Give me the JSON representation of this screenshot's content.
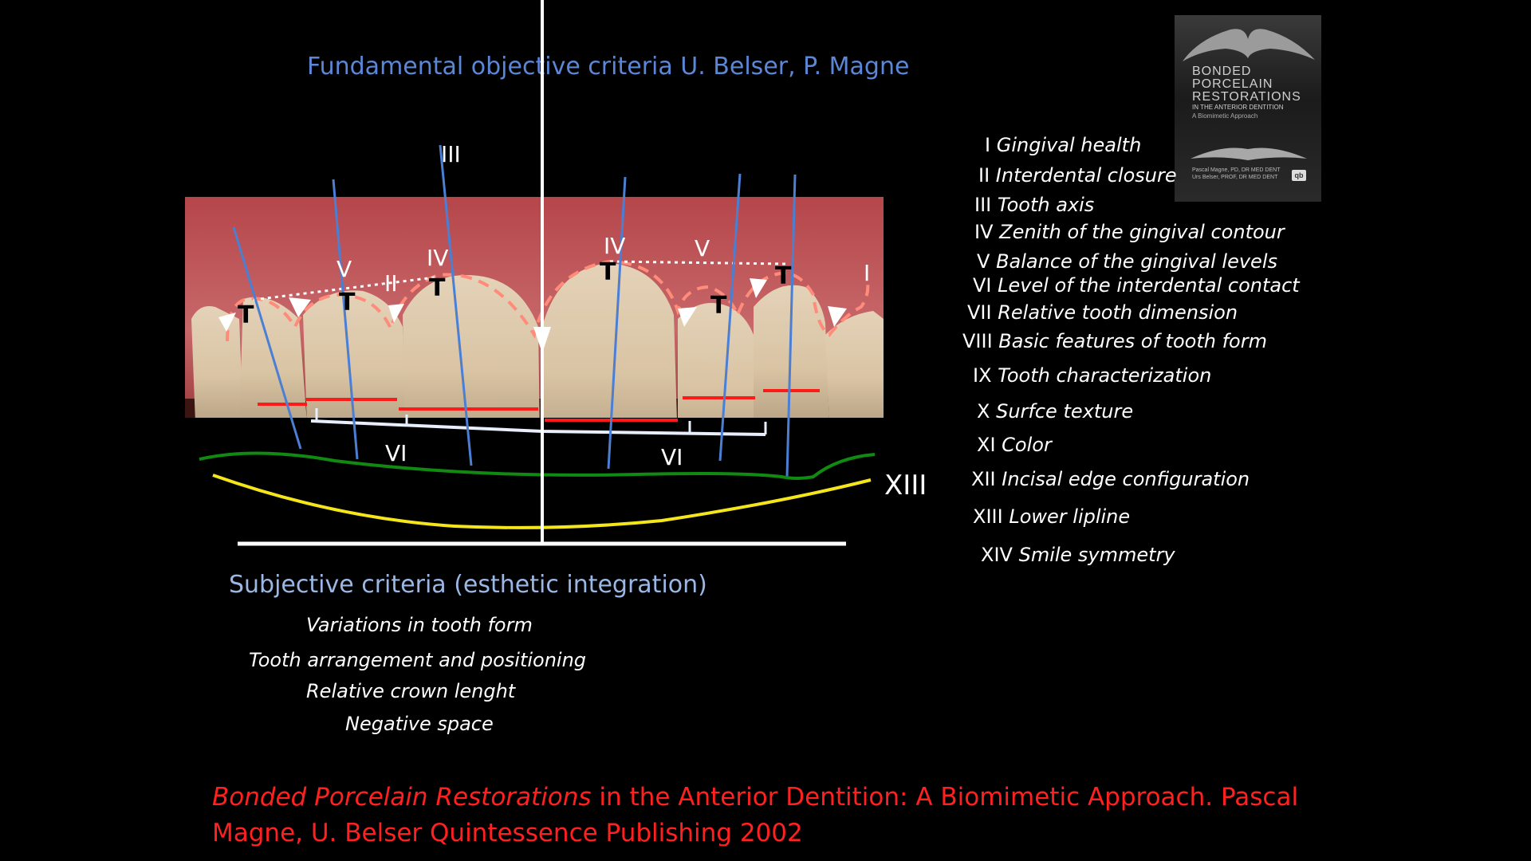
{
  "title": "Fundamental objective criteria U. Belser,  P. Magne",
  "diagram_labels": {
    "iii_top": "III",
    "iv_left": "IV",
    "v_left": "V",
    "ii_left": "II",
    "iv_right": "IV",
    "v_right": "V",
    "i_right": "I",
    "vi_left": "VI",
    "vi_right": "VI",
    "xiii": "XIII",
    "t": "T"
  },
  "criteria": [
    {
      "num": "I",
      "text": "Gingival health"
    },
    {
      "num": "II",
      "text": "Interdental closure"
    },
    {
      "num": "III",
      "text": "Tooth axis"
    },
    {
      "num": "IV",
      "text": "Zenith of the gingival contour"
    },
    {
      "num": "V",
      "text": "Balance of the gingival levels"
    },
    {
      "num": "VI",
      "text": "Level of the interdental contact"
    },
    {
      "num": "VII",
      "text": " Relative tooth dimension"
    },
    {
      "num": "VIII",
      "text": "Basic features  of tooth form"
    },
    {
      "num": "IX",
      "text": "Tooth characterization"
    },
    {
      "num": "X",
      "text": "Surfce texture"
    },
    {
      "num": "XI",
      "text": "Color"
    },
    {
      "num": "XII",
      "text": "Incisal edge configuration"
    },
    {
      "num": "XIII",
      "text": "Lower lipline"
    },
    {
      "num": "XIV",
      "text": " Smile symmetry"
    }
  ],
  "subjective": {
    "title": "Subjective criteria (esthetic integration)",
    "items": [
      "Variations in tooth form",
      "Tooth arrangement and positioning",
      "Relative crown lenght",
      "Negative space"
    ]
  },
  "book": {
    "line1": "BONDED",
    "line2": "PORCELAIN",
    "line3": "RESTORATIONS",
    "line4": "IN THE ANTERIOR DENTITION",
    "line5": "A Biomimetic Approach",
    "author1": "Pascal Magne, PD, DR MED DENT",
    "author2": "Urs Belser, PROF, DR MED DENT",
    "publisher": "qb"
  },
  "citation": {
    "italic_part": "Bonded Porcelain Restorations",
    "rest": " in the Anterior Dentition: A Biomimetic Approach. Pascal Magne, U. Belser Quintessence Publishing 2002"
  },
  "colors": {
    "title_blue": "#5b87d6",
    "subjective_blue": "#9bb7e6",
    "citation_red": "#ff2020",
    "axis_blue": "#4a7fd4",
    "contact_red": "#ff1a1a",
    "gingival_dash": "#ff8c7a",
    "lip_green": "#108a10",
    "lip_yellow": "#f4e61a"
  }
}
